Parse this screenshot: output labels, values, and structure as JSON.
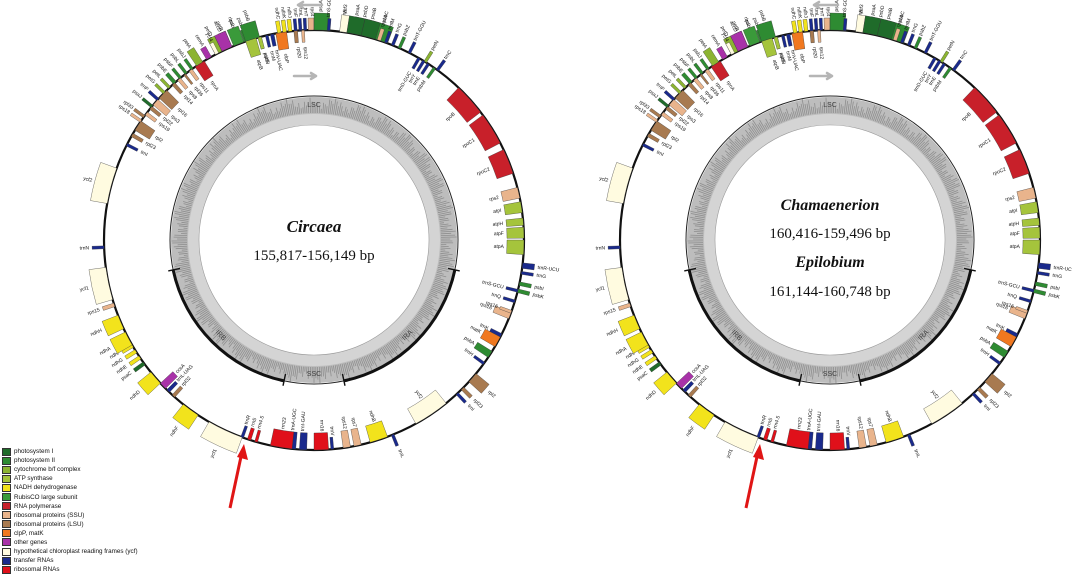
{
  "legend": [
    {
      "label": "photosystem I",
      "color": "#1f6b2a"
    },
    {
      "label": "photosystem II",
      "color": "#2e8b32"
    },
    {
      "label": "cytochrome b/f complex",
      "color": "#8cb432"
    },
    {
      "label": "ATP synthase",
      "color": "#a5c43c"
    },
    {
      "label": "NADH dehydrogenase",
      "color": "#f2e31c"
    },
    {
      "label": "RubisCO large subunit",
      "color": "#3a9a3a"
    },
    {
      "label": "RNA polymerase",
      "color": "#c8202a"
    },
    {
      "label": "ribosomal proteins (SSU)",
      "color": "#e9b48c"
    },
    {
      "label": "ribosomal proteins (LSU)",
      "color": "#a87a50"
    },
    {
      "label": "clpP, matK",
      "color": "#f07820"
    },
    {
      "label": "other genes",
      "color": "#a832a8"
    },
    {
      "label": "hypothetical chloroplast reading frames (ycf)",
      "color": "#fffbe0"
    },
    {
      "label": "transfer RNAs",
      "color": "#1a2a8c"
    },
    {
      "label": "ribosomal RNAs",
      "color": "#e0101a"
    }
  ],
  "maps": [
    {
      "id": "circaea",
      "genus_lines": [
        "Circaea"
      ],
      "size_lines": [
        "155,817-156,149 bp"
      ],
      "regions": {
        "lsc": "LSC",
        "ira": "IRA",
        "irb": "IRB",
        "ssc": "SSC"
      }
    },
    {
      "id": "chamaenerion-epilobium",
      "genus_lines": [
        "Chamaenerion",
        "Epilobium"
      ],
      "size_lines": [
        "160,416-159,496 bp",
        "161,144-160,748 bp"
      ],
      "regions": {
        "lsc": "LSC",
        "ira": "IRA",
        "irb": "IRB",
        "ssc": "SSC"
      }
    }
  ],
  "genes": [
    {
      "name": "psbA",
      "a": 2,
      "w": 4,
      "out": true,
      "color": "#2e8b32"
    },
    {
      "name": "psbD",
      "a": 13,
      "w": 5,
      "out": true,
      "color": "#2e8b32"
    },
    {
      "name": "psbC",
      "a": 18,
      "w": 5,
      "out": true,
      "color": "#2e8b32"
    },
    {
      "name": "psbZ",
      "a": 24,
      "w": 0.8,
      "out": true,
      "color": "#2e8b32"
    },
    {
      "name": "trnS",
      "a": 8,
      "w": 0.8,
      "out": true,
      "color": "#1a2a8c"
    },
    {
      "name": "trnT-GGU",
      "a": 27,
      "w": 0.8,
      "out": true,
      "color": "#1a2a8c"
    },
    {
      "name": "petN",
      "a": 32,
      "w": 0.8,
      "out": true,
      "color": "#8cb432"
    },
    {
      "name": "trnC",
      "a": 36,
      "w": 0.8,
      "out": true,
      "color": "#1a2a8c"
    },
    {
      "name": "rpoB",
      "a": 48,
      "w": 9,
      "out": false,
      "color": "#c8202a"
    },
    {
      "name": "rpoC1",
      "a": 58,
      "w": 9,
      "out": false,
      "color": "#c8202a"
    },
    {
      "name": "rpoC2",
      "a": 68,
      "w": 7,
      "out": false,
      "color": "#c8202a"
    },
    {
      "name": "rps2",
      "a": 77,
      "w": 3,
      "out": false,
      "color": "#e9b48c"
    },
    {
      "name": "atpI",
      "a": 81,
      "w": 3,
      "out": false,
      "color": "#a5c43c"
    },
    {
      "name": "atpH",
      "a": 85,
      "w": 2,
      "out": false,
      "color": "#a5c43c"
    },
    {
      "name": "atpF",
      "a": 88,
      "w": 3,
      "out": false,
      "color": "#a5c43c"
    },
    {
      "name": "atpA",
      "a": 92,
      "w": 4,
      "out": false,
      "color": "#a5c43c"
    },
    {
      "name": "trnR-UCU",
      "a": 97,
      "w": 1.5,
      "out": true,
      "color": "#1a2a8c"
    },
    {
      "name": "trnG",
      "a": 99,
      "w": 0.8,
      "out": true,
      "color": "#1a2a8c"
    },
    {
      "name": "psbI",
      "a": 102,
      "w": 1,
      "out": true,
      "color": "#2e8b32"
    },
    {
      "name": "psbK",
      "a": 104,
      "w": 1,
      "out": true,
      "color": "#2e8b32"
    },
    {
      "name": "trnQ",
      "a": 107,
      "w": 0.8,
      "out": false,
      "color": "#1a2a8c"
    },
    {
      "name": "rps16",
      "a": 111,
      "w": 2,
      "out": false,
      "color": "#e9b48c"
    },
    {
      "name": "trnK",
      "a": 117,
      "w": 1,
      "out": false,
      "color": "#1a2a8c"
    },
    {
      "name": "matK",
      "a": 119,
      "w": 3,
      "out": false,
      "color": "#f07820"
    },
    {
      "name": "psbA",
      "a": 123,
      "w": 2,
      "out": false,
      "color": "#2e8b32"
    },
    {
      "name": "trnH",
      "a": 126,
      "w": 0.8,
      "out": false,
      "color": "#1a2a8c"
    },
    {
      "name": "rpl2",
      "a": 131,
      "w": 3,
      "out": true,
      "color": "#a87a50"
    },
    {
      "name": "rpl23",
      "a": 135,
      "w": 1,
      "out": true,
      "color": "#a87a50"
    },
    {
      "name": "trnI",
      "a": 137,
      "w": 0.8,
      "out": true,
      "color": "#1a2a8c"
    },
    {
      "name": "ycf2",
      "a": 146,
      "w": 10,
      "out": false,
      "color": "#fffbe0"
    },
    {
      "name": "trnL",
      "a": 158,
      "w": 0.8,
      "out": true,
      "color": "#1a2a8c"
    },
    {
      "name": "ndhB",
      "a": 162,
      "w": 5,
      "out": false,
      "color": "#f2e31c"
    },
    {
      "name": "rps7",
      "a": 168,
      "w": 2,
      "out": false,
      "color": "#e9b48c"
    },
    {
      "name": "rps12",
      "a": 171,
      "w": 2,
      "out": false,
      "color": "#e9b48c"
    },
    {
      "name": "trnV",
      "a": 175,
      "w": 0.8,
      "out": false,
      "color": "#1a2a8c"
    },
    {
      "name": "rrn16",
      "a": 178,
      "w": 4,
      "out": false,
      "color": "#e0101a"
    },
    {
      "name": "trnI-GAU",
      "a": 183,
      "w": 2,
      "out": false,
      "color": "#1a2a8c"
    },
    {
      "name": "trnA-UGC",
      "a": 186,
      "w": 2,
      "out": false,
      "color": "#1a2a8c"
    },
    {
      "name": "rrn23",
      "a": 189,
      "w": 6,
      "out": false,
      "color": "#e0101a"
    },
    {
      "name": "rrn4.5",
      "a": 196,
      "w": 0.8,
      "out": false,
      "color": "#e0101a"
    },
    {
      "name": "rrn5",
      "a": 198,
      "w": 1,
      "out": false,
      "color": "#e0101a"
    },
    {
      "name": "trnR",
      "a": 200,
      "w": 0.8,
      "out": false,
      "color": "#1a2a8c"
    },
    {
      "name": "ycf1",
      "a": 205,
      "w": 10,
      "out": true,
      "color": "#fffbe0"
    },
    {
      "name": "ndhF",
      "a": 216,
      "w": 5,
      "out": true,
      "color": "#f2e31c"
    },
    {
      "name": "rpl32",
      "a": 222,
      "w": 1,
      "out": false,
      "color": "#a87a50"
    },
    {
      "name": "trnL-UAG",
      "a": 224,
      "w": 1,
      "out": false,
      "color": "#1a2a8c"
    },
    {
      "name": "ccsA",
      "a": 226,
      "w": 2,
      "out": false,
      "color": "#a832a8"
    },
    {
      "name": "ndhD",
      "a": 229,
      "w": 4,
      "out": true,
      "color": "#f2e31c"
    },
    {
      "name": "psaC",
      "a": 234,
      "w": 1,
      "out": true,
      "color": "#1f6b2a"
    },
    {
      "name": "ndhE",
      "a": 236,
      "w": 1,
      "out": true,
      "color": "#f2e31c"
    },
    {
      "name": "ndhG",
      "a": 238,
      "w": 1,
      "out": true,
      "color": "#f2e31c"
    },
    {
      "name": "ndhI",
      "a": 240,
      "w": 1.5,
      "out": true,
      "color": "#f2e31c"
    },
    {
      "name": "ndhA",
      "a": 242,
      "w": 4,
      "out": true,
      "color": "#f2e31c"
    },
    {
      "name": "ndhH",
      "a": 247,
      "w": 4,
      "out": true,
      "color": "#f2e31c"
    },
    {
      "name": "rps15",
      "a": 252,
      "w": 1,
      "out": true,
      "color": "#e9b48c"
    },
    {
      "name": "ycf1",
      "a": 258,
      "w": 9,
      "out": true,
      "color": "#fffbe0"
    },
    {
      "name": "trnN",
      "a": 268,
      "w": 0.8,
      "out": true,
      "color": "#1a2a8c"
    },
    {
      "name": "ycf2",
      "a": 285,
      "w": 10,
      "out": true,
      "color": "#fffbe0"
    },
    {
      "name": "trnI",
      "a": 297,
      "w": 0.8,
      "out": false,
      "color": "#1a2a8c"
    },
    {
      "name": "rpl23",
      "a": 300,
      "w": 1,
      "out": false,
      "color": "#a87a50"
    },
    {
      "name": "rpl2",
      "a": 303,
      "w": 3,
      "out": false,
      "color": "#a87a50"
    },
    {
      "name": "rps19",
      "a": 307,
      "w": 1,
      "out": false,
      "color": "#e9b48c"
    },
    {
      "name": "rpl22",
      "a": 309,
      "w": 1,
      "out": false,
      "color": "#a87a50"
    },
    {
      "name": "rps3",
      "a": 311,
      "w": 2,
      "out": false,
      "color": "#e9b48c"
    },
    {
      "name": "rpl16",
      "a": 314,
      "w": 3,
      "out": false,
      "color": "#a87a50"
    },
    {
      "name": "rpl14",
      "a": 318,
      "w": 1,
      "out": false,
      "color": "#a87a50"
    },
    {
      "name": "rps8",
      "a": 320,
      "w": 1,
      "out": false,
      "color": "#e9b48c"
    },
    {
      "name": "rpl36",
      "a": 322,
      "w": 0.6,
      "out": false,
      "color": "#a87a50"
    },
    {
      "name": "rps11",
      "a": 324,
      "w": 1,
      "out": false,
      "color": "#e9b48c"
    },
    {
      "name": "rpoA",
      "a": 327,
      "w": 3,
      "out": false,
      "color": "#c8202a"
    },
    {
      "name": "petD",
      "a": 333,
      "w": 2,
      "out": true,
      "color": "#8cb432"
    },
    {
      "name": "petB",
      "a": 336,
      "w": 2,
      "out": true,
      "color": "#8cb432"
    },
    {
      "name": "psbH",
      "a": 339,
      "w": 0.8,
      "out": true,
      "color": "#2e8b32"
    },
    {
      "name": "psbT",
      "a": 341,
      "w": 0.8,
      "out": true,
      "color": "#2e8b32"
    },
    {
      "name": "psbB",
      "a": 343,
      "w": 4,
      "out": true,
      "color": "#2e8b32"
    },
    {
      "name": "psbN",
      "a": 345,
      "w": 0.8,
      "out": false,
      "color": "#2e8b32"
    },
    {
      "name": "clpP",
      "a": 351,
      "w": 3,
      "out": false,
      "color": "#f07820"
    },
    {
      "name": "rpl20",
      "a": 355,
      "w": 1,
      "out": false,
      "color": "#a87a50"
    },
    {
      "name": "rps12",
      "a": 357,
      "w": 0.8,
      "out": false,
      "color": "#e9b48c"
    },
    {
      "name": "rps18",
      "a": 304.5,
      "w": 0.8,
      "out": true,
      "color": "#e9b48c"
    },
    {
      "name": "rpl33",
      "a": 306,
      "w": 0.8,
      "out": true,
      "color": "#a87a50"
    },
    {
      "name": "psaJ",
      "a": 309.5,
      "w": 0.8,
      "out": true,
      "color": "#1f6b2a"
    },
    {
      "name": "trnP",
      "a": 312,
      "w": 0.8,
      "out": true,
      "color": "#1a2a8c"
    },
    {
      "name": "petG",
      "a": 314.5,
      "w": 0.8,
      "out": true,
      "color": "#8cb432"
    },
    {
      "name": "petL",
      "a": 316.5,
      "w": 0.8,
      "out": true,
      "color": "#8cb432"
    },
    {
      "name": "psbE",
      "a": 318.5,
      "w": 1,
      "out": true,
      "color": "#2e8b32"
    },
    {
      "name": "psbF",
      "a": 320.5,
      "w": 0.8,
      "out": true,
      "color": "#2e8b32"
    },
    {
      "name": "psbL",
      "a": 322.5,
      "w": 0.8,
      "out": true,
      "color": "#2e8b32"
    },
    {
      "name": "psbJ",
      "a": 324.5,
      "w": 0.8,
      "out": true,
      "color": "#2e8b32"
    },
    {
      "name": "petA",
      "a": 327,
      "w": 2,
      "out": true,
      "color": "#8cb432"
    },
    {
      "name": "cemA",
      "a": 330,
      "w": 1.5,
      "out": true,
      "color": "#a832a8"
    },
    {
      "name": "ycf4",
      "a": 332.5,
      "w": 1,
      "out": true,
      "color": "#fffbe0"
    },
    {
      "name": "accD",
      "a": 335.5,
      "w": 3,
      "out": true,
      "color": "#a832a8"
    },
    {
      "name": "rbcL",
      "a": 339,
      "w": 3,
      "out": true,
      "color": "#3a9a3a"
    },
    {
      "name": "atpB",
      "a": 342.5,
      "w": 3,
      "out": false,
      "color": "#a5c43c"
    },
    {
      "name": "atpE",
      "a": 345,
      "w": 1,
      "out": false,
      "color": "#a5c43c"
    },
    {
      "name": "trnM",
      "a": 347,
      "w": 0.8,
      "out": false,
      "color": "#1a2a8c"
    },
    {
      "name": "trnV-UAC",
      "a": 348.5,
      "w": 1,
      "out": false,
      "color": "#1a2a8c"
    },
    {
      "name": "ndhC",
      "a": 350.5,
      "w": 1,
      "out": true,
      "color": "#f2e31c"
    },
    {
      "name": "ndhK",
      "a": 352,
      "w": 1,
      "out": true,
      "color": "#f2e31c"
    },
    {
      "name": "ndhJ",
      "a": 353.5,
      "w": 1,
      "out": true,
      "color": "#f2e31c"
    },
    {
      "name": "trnF",
      "a": 355,
      "w": 0.8,
      "out": true,
      "color": "#1a2a8c"
    },
    {
      "name": "trnL",
      "a": 356.3,
      "w": 0.8,
      "out": true,
      "color": "#1a2a8c"
    },
    {
      "name": "trnT",
      "a": 357.6,
      "w": 0.8,
      "out": true,
      "color": "#1a2a8c"
    },
    {
      "name": "rps4",
      "a": 359.2,
      "w": 1.5,
      "out": true,
      "color": "#e9b48c"
    },
    {
      "name": "trnS-GGA",
      "a": 4,
      "w": 0.8,
      "out": true,
      "color": "#1a2a8c"
    },
    {
      "name": "ycf3",
      "a": 8,
      "w": 2,
      "out": true,
      "color": "#fffbe0"
    },
    {
      "name": "psaA",
      "a": 11,
      "w": 4,
      "out": true,
      "color": "#1f6b2a"
    },
    {
      "name": "psaB",
      "a": 15,
      "w": 4,
      "out": true,
      "color": "#1f6b2a"
    },
    {
      "name": "rps14",
      "a": 18,
      "w": 1,
      "out": true,
      "color": "#e9b48c"
    },
    {
      "name": "trnfM",
      "a": 20,
      "w": 0.8,
      "out": true,
      "color": "#1a2a8c"
    },
    {
      "name": "trnG",
      "a": 22,
      "w": 0.8,
      "out": true,
      "color": "#1a2a8c"
    },
    {
      "name": "trnS-GCU",
      "a": 104,
      "w": 0.8,
      "out": false,
      "color": "#1a2a8c"
    },
    {
      "name": "trnD-GUC",
      "a": 30,
      "w": 0.8,
      "out": false,
      "color": "#1a2a8c"
    },
    {
      "name": "trnY",
      "a": 31.5,
      "w": 0.8,
      "out": false,
      "color": "#1a2a8c"
    },
    {
      "name": "trnE",
      "a": 33,
      "w": 0.8,
      "out": false,
      "color": "#1a2a8c"
    },
    {
      "name": "psbM",
      "a": 35,
      "w": 0.8,
      "out": false,
      "color": "#2e8b32"
    },
    {
      "name": "rps16",
      "a": 110,
      "w": 0.8,
      "out": false,
      "color": "#e9b48c"
    }
  ]
}
